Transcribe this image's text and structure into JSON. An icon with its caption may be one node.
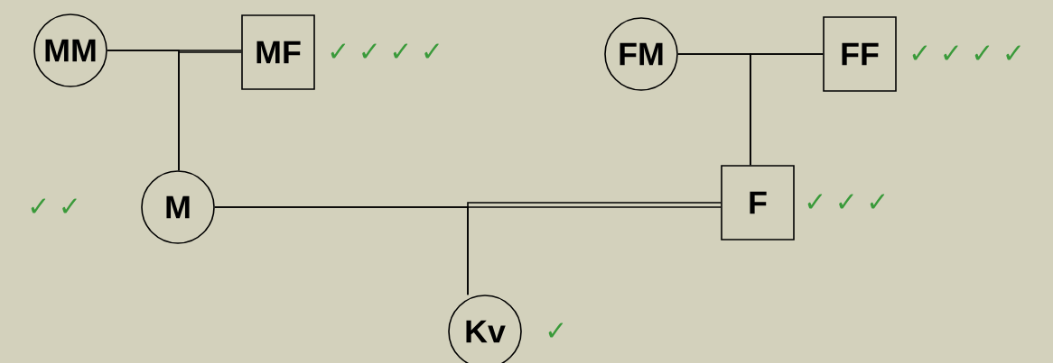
{
  "diagram": {
    "nodes": [
      {
        "text": [
          "MM"
        ]
      },
      {
        "text": [
          "MF"
        ],
        "beside": [
          "✓ ✓ ✓ ✓"
        ]
      },
      {
        "text": [
          "FM"
        ]
      },
      {
        "text": [
          "FF"
        ],
        "beside": [
          "✓ ✓ ✓ ✓"
        ]
      },
      {
        "text": [
          "M"
        ],
        "beside": [
          "✓ ✓"
        ]
      },
      {
        "text": [
          "F"
        ],
        "beside": [
          "✓ ✓ ✓"
        ]
      },
      {
        "text": [
          "Kv"
        ],
        "beside": [
          "✓"
        ]
      }
    ],
    "edges": [
      {
        "from": 0,
        "to": 1,
        "arrow": "none"
      },
      {
        "from": 0,
        "to": 4,
        "arrow": "none"
      },
      {
        "from": 1,
        "to": 4,
        "arrow": "none"
      },
      {
        "from": 2,
        "to": 3,
        "arrow": "none"
      },
      {
        "from": 2,
        "to": 5,
        "arrow": "none"
      },
      {
        "from": 3,
        "to": 5,
        "arrow": "none"
      },
      {
        "from": 4,
        "to": 5,
        "arrow": "none"
      },
      {
        "from": 4,
        "to": 6,
        "arrow": "none"
      },
      {
        "from": 5,
        "to": 6,
        "arrow": "none"
      }
    ]
  }
}
